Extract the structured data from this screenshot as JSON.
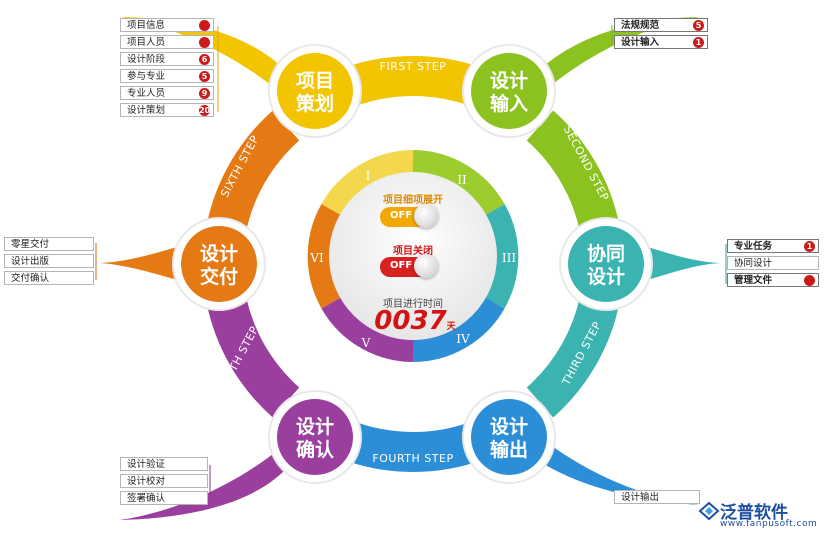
{
  "nodes": {
    "top_left": {
      "line1": "项目",
      "line2": "策划"
    },
    "top_right": {
      "line1": "设计",
      "line2": "输入"
    },
    "right": {
      "line1": "协同",
      "line2": "设计"
    },
    "bottom_right": {
      "line1": "设计",
      "line2": "输出"
    },
    "bottom_left": {
      "line1": "设计",
      "line2": "确认"
    },
    "left": {
      "line1": "设计",
      "line2": "交付"
    }
  },
  "steps": {
    "first": "FIRST STEP",
    "second": "SECOND STEP",
    "third": "THIRD STEP",
    "fourth": "FOURTH STEP",
    "fifth": "FIFTH STEP",
    "sixth": "SIXTH STEP"
  },
  "roman": [
    "I",
    "II",
    "III",
    "IV",
    "V",
    "VI"
  ],
  "center": {
    "expand_label": "项目细项展开",
    "expand_state": "OFF",
    "close_label": "项目关闭",
    "close_state": "OFF",
    "timer_label": "项目进行时间",
    "timer_value": "0037",
    "timer_unit": "天"
  },
  "lists": {
    "top_left": [
      {
        "label": "项目信息",
        "badge": ""
      },
      {
        "label": "项目人员",
        "badge": ""
      },
      {
        "label": "设计阶段",
        "badge": "6"
      },
      {
        "label": "参与专业",
        "badge": "5"
      },
      {
        "label": "专业人员",
        "badge": "9"
      },
      {
        "label": "设计策划",
        "badge": "20"
      }
    ],
    "top_right": [
      {
        "label": "法规规范",
        "badge": "5"
      },
      {
        "label": "设计输入",
        "badge": "1"
      }
    ],
    "right": [
      {
        "label": "专业任务",
        "badge": "1"
      },
      {
        "label": "协同设计",
        "badge": ""
      },
      {
        "label": "管理文件",
        "badge": ""
      }
    ],
    "left": [
      {
        "label": "零星交付"
      },
      {
        "label": "设计出版"
      },
      {
        "label": "交付确认"
      }
    ],
    "bottom_left": [
      {
        "label": "设计验证"
      },
      {
        "label": "设计校对"
      },
      {
        "label": "签署确认"
      }
    ],
    "bottom_right": [
      {
        "label": "设计输出"
      }
    ]
  },
  "logo": {
    "name": "泛普软件",
    "url": "www.fanpusoft.com"
  },
  "colors": {
    "yellow": "#f2c500",
    "green": "#8cc21f",
    "teal": "#3bb3b0",
    "blue": "#2c8ed6",
    "purple": "#9b3f9e",
    "orange": "#e57a15",
    "badge": "#cc1a1a",
    "timer": "#d21414"
  }
}
